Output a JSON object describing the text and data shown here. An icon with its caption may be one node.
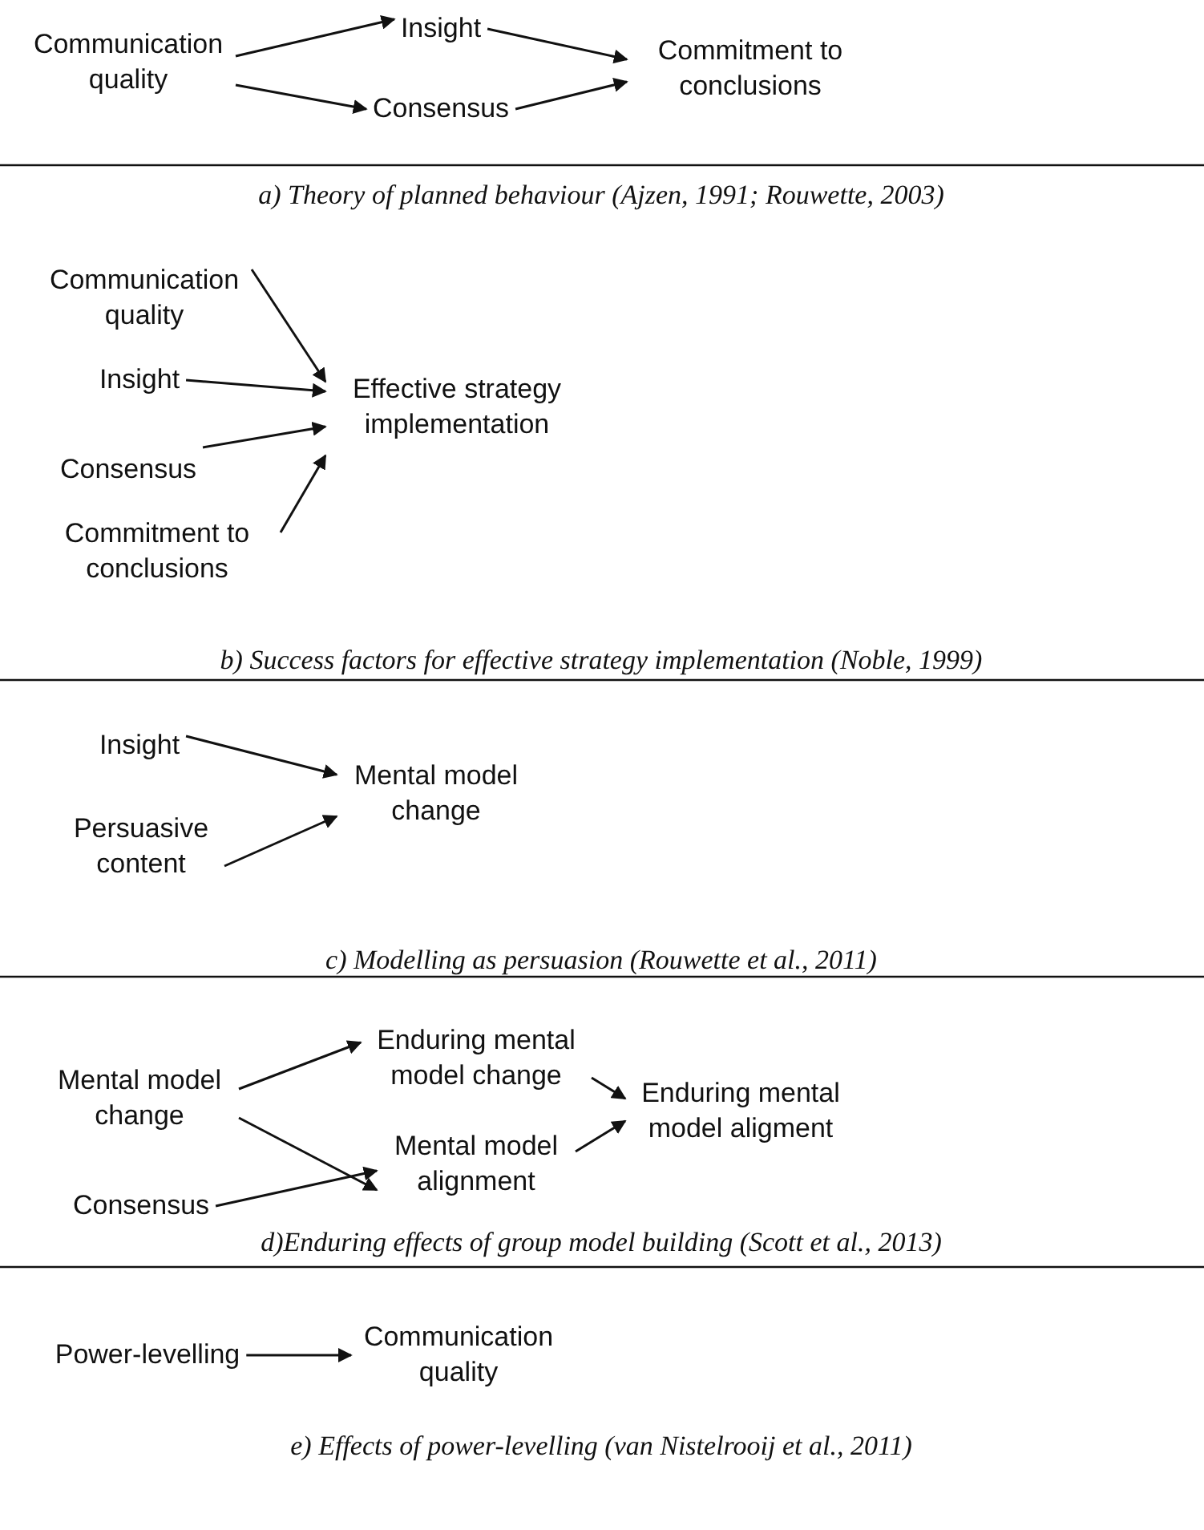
{
  "diagram": {
    "nodes": [
      {
        "text": [
          "Communication quality"
        ]
      },
      {
        "text": [
          "Insight"
        ]
      },
      {
        "text": [
          "Consensus"
        ]
      },
      {
        "text": [
          "Commitment to conclusions"
        ]
      },
      {
        "text": [
          "Communication quality"
        ]
      },
      {
        "text": [
          "Insight"
        ]
      },
      {
        "text": [
          "Consensus"
        ]
      },
      {
        "text": [
          "Commitment to conclusions"
        ]
      },
      {
        "text": [
          "Effective strategy implementation"
        ]
      },
      {
        "text": [
          "Insight"
        ]
      },
      {
        "text": [
          "Persuasive content"
        ]
      },
      {
        "text": [
          "Mental model change"
        ]
      },
      {
        "text": [
          "Mental model change"
        ]
      },
      {
        "text": [
          "Consensus"
        ]
      },
      {
        "text": [
          "Enduring mental model change"
        ]
      },
      {
        "text": [
          "Mental model alignment"
        ]
      },
      {
        "text": [
          "Enduring mental model aligment"
        ]
      },
      {
        "text": [
          "Power-levelling"
        ]
      },
      {
        "text": [
          "Communication quality"
        ]
      }
    ],
    "edges": [
      {
        "from": 0,
        "to": 1,
        "arrow": "to"
      },
      {
        "from": 0,
        "to": 2,
        "arrow": "to"
      },
      {
        "from": 1,
        "to": 3,
        "arrow": "to"
      },
      {
        "from": 2,
        "to": 3,
        "arrow": "to"
      },
      {
        "from": 4,
        "to": 8,
        "arrow": "to"
      },
      {
        "from": 5,
        "to": 8,
        "arrow": "to"
      },
      {
        "from": 6,
        "to": 8,
        "arrow": "to"
      },
      {
        "from": 7,
        "to": 8,
        "arrow": "to"
      },
      {
        "from": 9,
        "to": 11,
        "arrow": "to"
      },
      {
        "from": 10,
        "to": 11,
        "arrow": "to"
      },
      {
        "from": 12,
        "to": 14,
        "arrow": "to"
      },
      {
        "from": 12,
        "to": 15,
        "arrow": "to"
      },
      {
        "from": 13,
        "to": 15,
        "arrow": "to"
      },
      {
        "from": 14,
        "to": 16,
        "arrow": "to"
      },
      {
        "from": 15,
        "to": 16,
        "arrow": "to"
      },
      {
        "from": 17,
        "to": 18,
        "arrow": "to"
      }
    ],
    "labels": [
      "a) Theory of planned behaviour (Ajzen, 1991; Rouwette, 2003)",
      "b) Success factors for effective strategy implementation (Noble, 1999)",
      "c) Modelling as persuasion (Rouwette et al., 2011)",
      "d)Enduring effects of group model building (Scott et al., 2013)",
      "e) Effects of power-levelling (van Nistelrooij et al., 2011)"
    ]
  }
}
